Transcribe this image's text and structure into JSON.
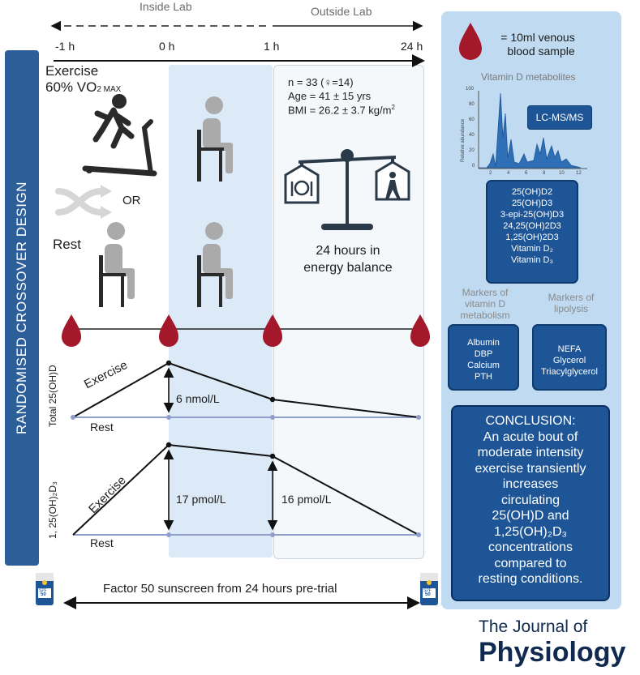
{
  "phases": {
    "inside": "Inside Lab",
    "outside": "Outside Lab"
  },
  "timepoints": [
    "-1 h",
    "0 h",
    "1 h",
    "24 h"
  ],
  "side_title": "RANDOMISED CROSSOVER DESIGN",
  "exercise_label": "Exercise",
  "exercise_intensity": "60% VO",
  "exercise_intensity_sub": "2 MAX",
  "or_label": "OR",
  "rest_label": "Rest",
  "participants": {
    "n": "n = 33 (♀=14)",
    "age": "Age = 41 ± 15 yrs",
    "bmi": "BMI = 26.2 ± 3.7 kg/m",
    "bmi_sup": "2"
  },
  "energy_balance": [
    "24 hours in",
    "energy balance"
  ],
  "graph1": {
    "axis": "Total 25(OH)D",
    "exercise": "Exercise",
    "rest": "Rest",
    "delta": "6 nmol/L"
  },
  "graph2": {
    "axis": "1, 25(OH)₂D₃",
    "exercise": "Exercise",
    "rest": "Rest",
    "delta1": "17 pmol/L",
    "delta2": "16 pmol/L"
  },
  "sunscreen": "Factor 50 sunscreen from 24 hours pre-trial",
  "sunscreen_spf": "SPF",
  "sunscreen_num": "50",
  "blood_sample": [
    "= 10ml venous",
    "blood sample"
  ],
  "metabolites_title": "Vitamin D metabolites",
  "chromatogram": {
    "ylabel": "Relative abundance",
    "yticks": [
      "0",
      "20",
      "40",
      "60",
      "80",
      "100"
    ],
    "xticks": [
      "2",
      "4",
      "6",
      "8",
      "10",
      "12"
    ]
  },
  "lcms": "LC-MS/MS",
  "metabolites": [
    "25(OH)D2",
    "25(OH)D3",
    "3-epi-25(OH)D3",
    "24,25(OH)2D3",
    "1,25(OH)2D3",
    "Vitamin D₂",
    "Vitamin D₃"
  ],
  "markers_vitd_title": [
    "Markers of",
    "vitamin D",
    "metabolism"
  ],
  "markers_vitd": [
    "Albumin",
    "DBP",
    "Calcium",
    "PTH"
  ],
  "markers_lipo_title": [
    "Markers of",
    "lipolysis"
  ],
  "markers_lipo": [
    "NEFA",
    "Glycerol",
    "Triacylglycerol"
  ],
  "conclusion": [
    "CONCLUSION:",
    "An acute bout of",
    "moderate intensity",
    "exercise transiently",
    "increases",
    "circulating",
    "25(OH)D and",
    "1,25(OH)₂D₃",
    "concentrations",
    "compared to",
    "resting conditions."
  ],
  "journal": {
    "line1": "The Journal of",
    "line2": "Physiology"
  },
  "colors": {
    "banner": "#2c5f9a",
    "box": "#1d5597",
    "panel": "#bfdaf1",
    "blood": "#a3182a",
    "figure": "#aaaaaa",
    "icon_dark": "#2a3a48"
  }
}
